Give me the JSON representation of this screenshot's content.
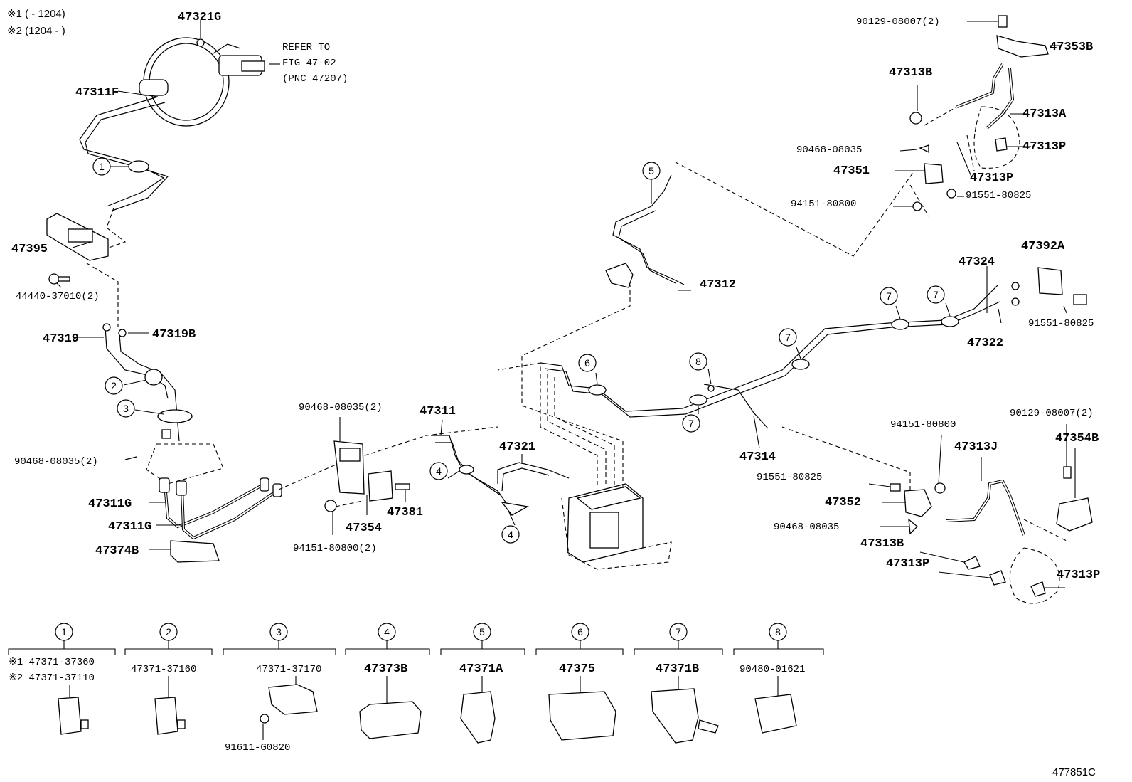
{
  "notes": {
    "n1": "※1 (      - 1204)",
    "n2": "※2 (1204 -      )"
  },
  "refer": {
    "line1": "REFER TO",
    "line2": "FIG 47-02",
    "line3": "(PNC 47207)"
  },
  "parts": {
    "p47321G": "47321G",
    "p47311F": "47311F",
    "p47395": "47395",
    "p44440": "44440-37010(2)",
    "p47319": "47319",
    "p47319B": "47319B",
    "p90468a": "90468-08035(2)",
    "p47311G1": "47311G",
    "p47311G2": "47311G",
    "p47374B": "47374B",
    "p90468b": "90468-08035(2)",
    "p47311": "47311",
    "p47354": "47354",
    "p47381": "47381",
    "p94151a": "94151-80800(2)",
    "p47321": "47321",
    "p47312": "47312",
    "p47314": "47314",
    "p47324": "47324",
    "p47322": "47322",
    "p47392A": "47392A",
    "p91551a": "91551-80825",
    "p90129a": "90129-08007(2)",
    "p47353B": "47353B",
    "p47313Ba": "47313B",
    "p47313A": "47313A",
    "p47313Pa": "47313P",
    "p90468c": "90468-08035",
    "p47351": "47351",
    "p47313Pb": "47313P",
    "p94151b": "94151-80800",
    "p91551b": "91551-80825",
    "p94151c": "94151-80800",
    "p91551c": "91551-80825",
    "p47313J": "47313J",
    "p90129b": "90129-08007(2)",
    "p47354B": "47354B",
    "p47352": "47352",
    "p90468d": "90468-08035",
    "p47313Bb": "47313B",
    "p47313Pc": "47313P",
    "p47313Pd": "47313P"
  },
  "callouts": [
    "1",
    "2",
    "3",
    "4",
    "4",
    "5",
    "6",
    "7",
    "7",
    "7",
    "7",
    "8"
  ],
  "legend": [
    {
      "num": "1",
      "lines": [
        "※1 47371-37360",
        "※2 47371-37110"
      ]
    },
    {
      "num": "2",
      "lines": [
        "47371-37160"
      ]
    },
    {
      "num": "3",
      "lines": [
        "47371-37170"
      ],
      "sub": "91611-G0820"
    },
    {
      "num": "4",
      "lines": [
        "47373B"
      ]
    },
    {
      "num": "5",
      "lines": [
        "47371A"
      ]
    },
    {
      "num": "6",
      "lines": [
        "47375"
      ]
    },
    {
      "num": "7",
      "lines": [
        "47371B"
      ]
    },
    {
      "num": "8",
      "lines": [
        "90480-01621"
      ]
    }
  ],
  "figure_id": "477851C"
}
